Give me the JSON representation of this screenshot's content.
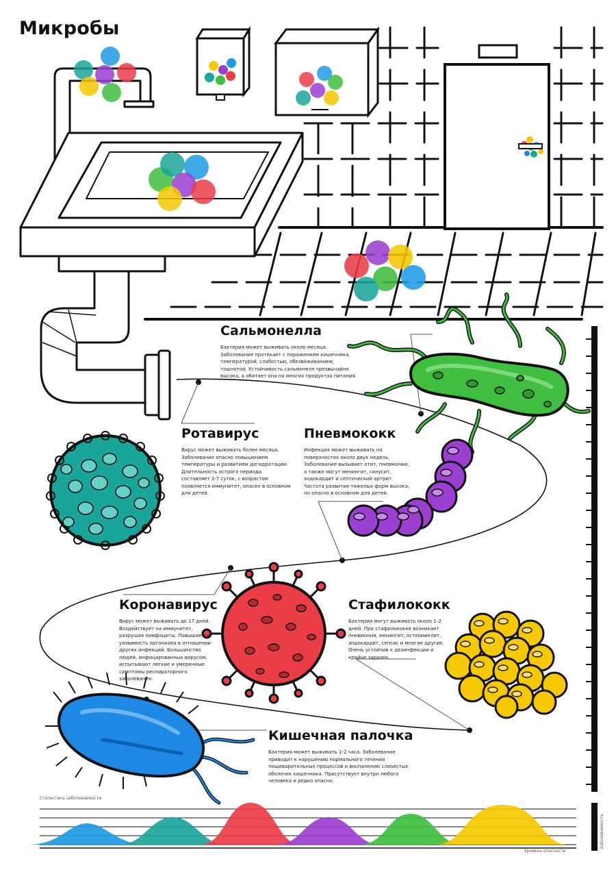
{
  "title": "Микробы",
  "microbes": [
    {
      "name": "Сальмонелла",
      "text": "Бактерия может выживать около месяца. Заболевание протекает с поражением кишечника, температурой, слабостью, обезвоживанием, тошнотой. Устойчивость сальмонелл чрезвычайно высока, а обитает она на многих продуктах питания.",
      "color": "#3fbe3f"
    },
    {
      "name": "Ротавирус",
      "text": "Вирус может выживать более месяца. Заболевание опасно повышением температуры и развитием дегидратации. Длительность острого периода составляет 3-7 суток, с возрастом появляется иммунитет, опасен в основном для детей.",
      "color": "#1aa59a"
    },
    {
      "name": "Пневмококк",
      "text": "Инфекция может выживать на поверхностях около двух недель. Заболевание вызывает отит, пневмонию, а также могут менингит, синусит, эндокардит и септический артрит. Частота развития тяжелых форм высока, но опасно в основном для детей.",
      "color": "#9b3fd1"
    },
    {
      "name": "Коронавирус",
      "text": "Вирус может выживать до 17 дней. Воздействует на иммунитет, разрушая лимфоциты. Повышается уязвимость организма в отношении других инфекций. Большинство людей, инфицированных вирусом, испытывают легкие и умеренные симптомы респираторного заболевания.",
      "color": "#ea3d48"
    },
    {
      "name": "Стафилококк",
      "text": "Бактерии могут выживать около 1-2 дней. При стафилококке возникает пневмония, менингит, остеомиелит, эндокардит, сепсис и многие другие. Очень устойчив к дезинфекции и крайне заразен.",
      "color": "#f5c800"
    },
    {
      "name": "Кишечная палочка",
      "text": "Бактерия может выживать 1-2 часа. Заболевание приводит к нарушению нормального течения пищеварительных процессов и воспалению слизистых оболочек кишечника. Присутствует внутри любого человека и редко опасна.",
      "color": "#1e88e5"
    }
  ],
  "stats": {
    "top_label": "Статистика заболеваемости",
    "bottom_label": "Уровень опасности",
    "side_label": "Заболеваемость",
    "colors": [
      "#1e9be5",
      "#1aa59a",
      "#ea3d48",
      "#9b3fd1",
      "#3fbe3f",
      "#f5c800"
    ]
  },
  "dot_colors": [
    "#1e9be5",
    "#ea3d48",
    "#9b3fd1",
    "#3fbe3f",
    "#f5c800",
    "#1aa59a"
  ]
}
